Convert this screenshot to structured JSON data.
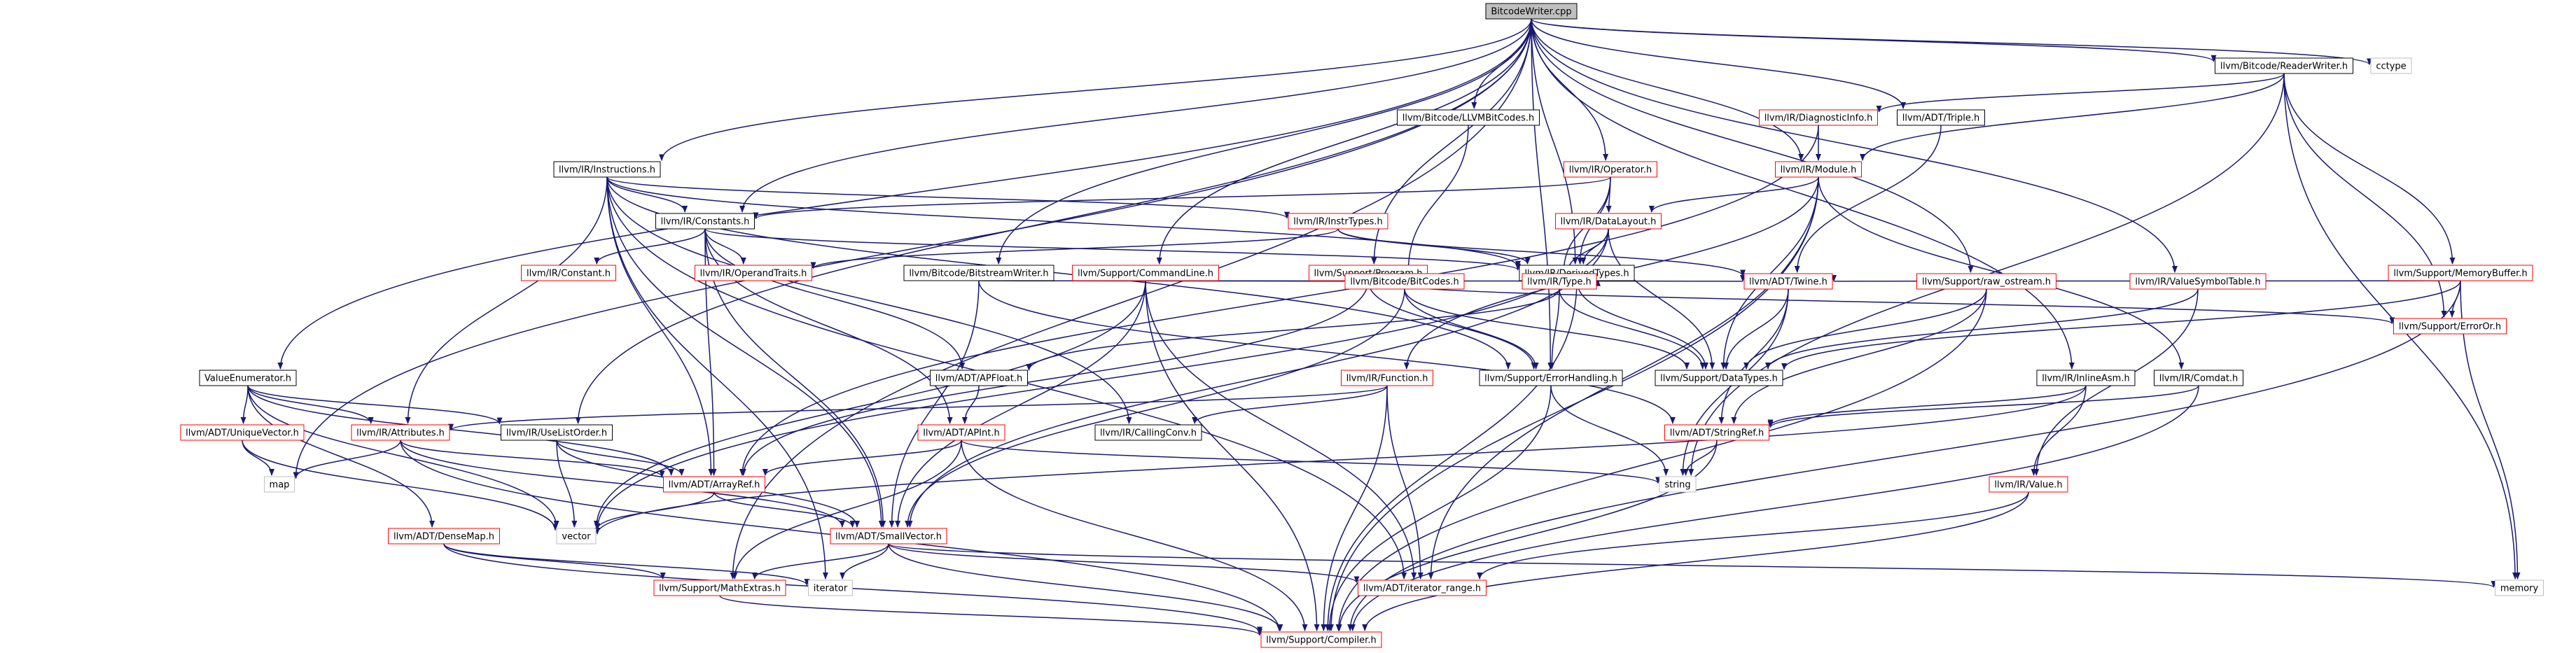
{
  "graph": {
    "root": "root",
    "nodes": [
      {
        "id": "root",
        "label": "BitcodeWriter.cpp",
        "style": "root"
      },
      {
        "id": "cctype",
        "label": "cctype",
        "style": "system"
      },
      {
        "id": "readerwriter",
        "label": "llvm/Bitcode/ReaderWriter.h",
        "style": "plain"
      },
      {
        "id": "llvmbitcodes",
        "label": "llvm/Bitcode/LLVMBitCodes.h",
        "style": "plain"
      },
      {
        "id": "diaginfo",
        "label": "llvm/IR/DiagnosticInfo.h",
        "style": "red"
      },
      {
        "id": "triple",
        "label": "llvm/ADT/Triple.h",
        "style": "plain"
      },
      {
        "id": "instructions",
        "label": "llvm/IR/Instructions.h",
        "style": "plain"
      },
      {
        "id": "operator",
        "label": "llvm/IR/Operator.h",
        "style": "red"
      },
      {
        "id": "module",
        "label": "llvm/IR/Module.h",
        "style": "red"
      },
      {
        "id": "constants",
        "label": "llvm/IR/Constants.h",
        "style": "plain"
      },
      {
        "id": "instrtypes",
        "label": "llvm/IR/InstrTypes.h",
        "style": "red"
      },
      {
        "id": "datalayout",
        "label": "llvm/IR/DataLayout.h",
        "style": "red"
      },
      {
        "id": "constant",
        "label": "llvm/IR/Constant.h",
        "style": "red"
      },
      {
        "id": "operandtraits",
        "label": "llvm/IR/OperandTraits.h",
        "style": "red"
      },
      {
        "id": "bitstreamwriter",
        "label": "llvm/Bitcode/BitstreamWriter.h",
        "style": "plain"
      },
      {
        "id": "commandline",
        "label": "llvm/Support/CommandLine.h",
        "style": "red"
      },
      {
        "id": "program",
        "label": "llvm/Support/Program.h",
        "style": "red"
      },
      {
        "id": "derivedtypes",
        "label": "llvm/IR/DerivedTypes.h",
        "style": "plain"
      },
      {
        "id": "memorybuffer",
        "label": "llvm/Support/MemoryBuffer.h",
        "style": "red"
      },
      {
        "id": "twine",
        "label": "llvm/ADT/Twine.h",
        "style": "red"
      },
      {
        "id": "bitcodes",
        "label": "llvm/Bitcode/BitCodes.h",
        "style": "red"
      },
      {
        "id": "type",
        "label": "llvm/IR/Type.h",
        "style": "red"
      },
      {
        "id": "rawostream",
        "label": "llvm/Support/raw_ostream.h",
        "style": "red"
      },
      {
        "id": "valuesymtab",
        "label": "llvm/IR/ValueSymbolTable.h",
        "style": "red"
      },
      {
        "id": "erroror",
        "label": "llvm/Support/ErrorOr.h",
        "style": "red"
      },
      {
        "id": "valueenum",
        "label": "ValueEnumerator.h",
        "style": "plain"
      },
      {
        "id": "apfloat",
        "label": "llvm/ADT/APFloat.h",
        "style": "plain"
      },
      {
        "id": "function",
        "label": "llvm/IR/Function.h",
        "style": "red"
      },
      {
        "id": "errorhandling",
        "label": "llvm/Support/ErrorHandling.h",
        "style": "plain"
      },
      {
        "id": "datatypes",
        "label": "llvm/Support/DataTypes.h",
        "style": "plain"
      },
      {
        "id": "inlineasm",
        "label": "llvm/IR/InlineAsm.h",
        "style": "plain"
      },
      {
        "id": "comdat",
        "label": "llvm/IR/Comdat.h",
        "style": "plain"
      },
      {
        "id": "uniquevector",
        "label": "llvm/ADT/UniqueVector.h",
        "style": "red"
      },
      {
        "id": "attributes",
        "label": "llvm/IR/Attributes.h",
        "style": "red"
      },
      {
        "id": "uselistorder",
        "label": "llvm/IR/UseListOrder.h",
        "style": "plain"
      },
      {
        "id": "apint",
        "label": "llvm/ADT/APInt.h",
        "style": "red"
      },
      {
        "id": "callingconv",
        "label": "llvm/IR/CallingConv.h",
        "style": "plain"
      },
      {
        "id": "stringref",
        "label": "llvm/ADT/StringRef.h",
        "style": "red"
      },
      {
        "id": "map",
        "label": "map",
        "style": "system"
      },
      {
        "id": "arrayref",
        "label": "llvm/ADT/ArrayRef.h",
        "style": "red"
      },
      {
        "id": "string",
        "label": "string",
        "style": "system"
      },
      {
        "id": "value",
        "label": "llvm/IR/Value.h",
        "style": "red"
      },
      {
        "id": "vector",
        "label": "vector",
        "style": "system"
      },
      {
        "id": "densemap",
        "label": "llvm/ADT/DenseMap.h",
        "style": "red"
      },
      {
        "id": "smallvector",
        "label": "llvm/ADT/SmallVector.h",
        "style": "red"
      },
      {
        "id": "memory",
        "label": "memory",
        "style": "system"
      },
      {
        "id": "iterator",
        "label": "iterator",
        "style": "system"
      },
      {
        "id": "mathextras",
        "label": "llvm/Support/MathExtras.h",
        "style": "red"
      },
      {
        "id": "iteratorrange",
        "label": "llvm/ADT/iterator_range.h",
        "style": "red"
      },
      {
        "id": "compiler",
        "label": "llvm/Support/Compiler.h",
        "style": "red"
      }
    ],
    "edges": [
      [
        "root",
        "cctype"
      ],
      [
        "root",
        "readerwriter"
      ],
      [
        "root",
        "llvmbitcodes"
      ],
      [
        "root",
        "triple"
      ],
      [
        "root",
        "instructions"
      ],
      [
        "root",
        "operator"
      ],
      [
        "root",
        "module"
      ],
      [
        "root",
        "constants"
      ],
      [
        "root",
        "bitstreamwriter"
      ],
      [
        "root",
        "commandline"
      ],
      [
        "root",
        "program"
      ],
      [
        "root",
        "derivedtypes"
      ],
      [
        "root",
        "rawostream"
      ],
      [
        "root",
        "valuesymtab"
      ],
      [
        "root",
        "valueenum"
      ],
      [
        "root",
        "inlineasm"
      ],
      [
        "root",
        "uselistorder"
      ],
      [
        "root",
        "map"
      ],
      [
        "root",
        "mathextras"
      ],
      [
        "root",
        "errorhandling"
      ],
      [
        "readerwriter",
        "diaginfo"
      ],
      [
        "readerwriter",
        "module"
      ],
      [
        "readerwriter",
        "memorybuffer"
      ],
      [
        "readerwriter",
        "erroror"
      ],
      [
        "readerwriter",
        "memory"
      ],
      [
        "readerwriter",
        "string"
      ],
      [
        "diaginfo",
        "module"
      ],
      [
        "diaginfo",
        "arrayref"
      ],
      [
        "llvmbitcodes",
        "bitcodes"
      ],
      [
        "triple",
        "twine"
      ],
      [
        "instructions",
        "constants"
      ],
      [
        "instructions",
        "instrtypes"
      ],
      [
        "instructions",
        "derivedtypes"
      ],
      [
        "instructions",
        "attributes"
      ],
      [
        "instructions",
        "callingconv"
      ],
      [
        "instructions",
        "arrayref"
      ],
      [
        "instructions",
        "smallvector"
      ],
      [
        "instructions",
        "errorhandling"
      ],
      [
        "instructions",
        "iteratorrange"
      ],
      [
        "instructions",
        "iterator"
      ],
      [
        "operator",
        "constants"
      ],
      [
        "operator",
        "datalayout"
      ],
      [
        "operator",
        "derivedtypes"
      ],
      [
        "operator",
        "type"
      ],
      [
        "module",
        "datalayout"
      ],
      [
        "module",
        "comdat"
      ],
      [
        "module",
        "function"
      ],
      [
        "module",
        "datatypes"
      ],
      [
        "module",
        "iteratorrange"
      ],
      [
        "module",
        "compiler"
      ],
      [
        "constants",
        "constant"
      ],
      [
        "constants",
        "operandtraits"
      ],
      [
        "constants",
        "derivedtypes"
      ],
      [
        "constants",
        "apfloat"
      ],
      [
        "constants",
        "apint"
      ],
      [
        "constants",
        "arrayref"
      ],
      [
        "constants",
        "smallvector"
      ],
      [
        "instrtypes",
        "derivedtypes"
      ],
      [
        "instrtypes",
        "operandtraits"
      ],
      [
        "instrtypes",
        "twine"
      ],
      [
        "datalayout",
        "derivedtypes"
      ],
      [
        "datalayout",
        "type"
      ],
      [
        "datalayout",
        "datatypes"
      ],
      [
        "datalayout",
        "smallvector"
      ],
      [
        "datalayout",
        "vector"
      ],
      [
        "bitstreamwriter",
        "bitcodes"
      ],
      [
        "bitstreamwriter",
        "smallvector"
      ],
      [
        "bitstreamwriter",
        "stringref"
      ],
      [
        "commandline",
        "twine"
      ],
      [
        "commandline",
        "smallvector"
      ],
      [
        "commandline",
        "compiler"
      ],
      [
        "commandline",
        "vector"
      ],
      [
        "commandline",
        "iteratorrange"
      ],
      [
        "program",
        "errorhandling"
      ],
      [
        "program",
        "arrayref"
      ],
      [
        "program",
        "erroror"
      ],
      [
        "derivedtypes",
        "type"
      ],
      [
        "derivedtypes",
        "datatypes"
      ],
      [
        "derivedtypes",
        "compiler"
      ],
      [
        "memorybuffer",
        "twine"
      ],
      [
        "memorybuffer",
        "erroror"
      ],
      [
        "memorybuffer",
        "datatypes"
      ],
      [
        "memorybuffer",
        "memory"
      ],
      [
        "memorybuffer",
        "compiler"
      ],
      [
        "twine",
        "stringref"
      ],
      [
        "twine",
        "datatypes"
      ],
      [
        "twine",
        "string"
      ],
      [
        "bitcodes",
        "errorhandling"
      ],
      [
        "bitcodes",
        "datatypes"
      ],
      [
        "bitcodes",
        "smallvector"
      ],
      [
        "type",
        "apfloat"
      ],
      [
        "type",
        "errorhandling"
      ],
      [
        "type",
        "datatypes"
      ],
      [
        "rawostream",
        "stringref"
      ],
      [
        "rawostream",
        "datatypes"
      ],
      [
        "rawostream",
        "compiler"
      ],
      [
        "valuesymtab",
        "value"
      ],
      [
        "valuesymtab",
        "datatypes"
      ],
      [
        "valueenum",
        "uniquevector"
      ],
      [
        "valueenum",
        "attributes"
      ],
      [
        "valueenum",
        "uselistorder"
      ],
      [
        "valueenum",
        "densemap"
      ],
      [
        "valueenum",
        "vector"
      ],
      [
        "valueenum",
        "arrayref"
      ],
      [
        "apfloat",
        "apint"
      ],
      [
        "function",
        "attributes"
      ],
      [
        "function",
        "callingconv"
      ],
      [
        "function",
        "iteratorrange"
      ],
      [
        "function",
        "compiler"
      ],
      [
        "errorhandling",
        "compiler"
      ],
      [
        "errorhandling",
        "string"
      ],
      [
        "inlineasm",
        "stringref"
      ],
      [
        "inlineasm",
        "value"
      ],
      [
        "inlineasm",
        "vector"
      ],
      [
        "comdat",
        "stringref"
      ],
      [
        "comdat",
        "compiler"
      ],
      [
        "uniquevector",
        "map"
      ],
      [
        "uniquevector",
        "vector"
      ],
      [
        "attributes",
        "map"
      ],
      [
        "attributes",
        "arrayref"
      ],
      [
        "attributes",
        "compiler"
      ],
      [
        "attributes",
        "smallvector"
      ],
      [
        "uselistorder",
        "arrayref"
      ],
      [
        "uselistorder",
        "smallvector"
      ],
      [
        "uselistorder",
        "vector"
      ],
      [
        "apint",
        "arrayref"
      ],
      [
        "apint",
        "mathextras"
      ],
      [
        "apint",
        "compiler"
      ],
      [
        "apint",
        "string"
      ],
      [
        "stringref",
        "string"
      ],
      [
        "stringref",
        "compiler"
      ],
      [
        "arrayref",
        "smallvector"
      ],
      [
        "arrayref",
        "vector"
      ],
      [
        "value",
        "iteratorrange"
      ],
      [
        "value",
        "compiler"
      ],
      [
        "densemap",
        "mathextras"
      ],
      [
        "densemap",
        "compiler"
      ],
      [
        "densemap",
        "iterator"
      ],
      [
        "smallvector",
        "mathextras"
      ],
      [
        "smallvector",
        "compiler"
      ],
      [
        "smallvector",
        "iterator"
      ],
      [
        "smallvector",
        "memory"
      ],
      [
        "smallvector",
        "iteratorrange"
      ],
      [
        "mathextras",
        "compiler"
      ]
    ]
  }
}
